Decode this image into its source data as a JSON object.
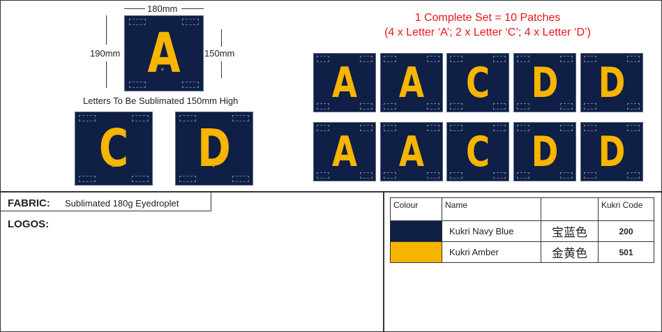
{
  "dimensions": {
    "width_label": "180mm",
    "height_label": "190mm",
    "letter_height_label": "150mm"
  },
  "caption": "Letters To Be Sublimated 150mm High",
  "set_title": "1 Complete Set = 10 Patches",
  "set_breakdown": "(4 x Letter ‘A’;  2 x Letter ‘C’;  4 x Letter ‘D’)",
  "sample_letters": [
    "A",
    "C",
    "D"
  ],
  "patch_rows": [
    [
      "A",
      "A",
      "C",
      "D",
      "D"
    ],
    [
      "A",
      "A",
      "C",
      "D",
      "D"
    ]
  ],
  "fabric": {
    "label": "FABRIC:",
    "value": "Sublimated 180g Eyedroplet"
  },
  "logos": {
    "label": "LOGOS:"
  },
  "colour_table": {
    "headers": [
      "Colour",
      "Name",
      "",
      "Kukri Code"
    ],
    "rows": [
      {
        "swatch": "#0f1f45",
        "name": "Kukri Navy Blue",
        "chinese": "宝蓝色",
        "code": "200"
      },
      {
        "swatch": "#f7b500",
        "name": "Kukri Amber",
        "chinese": "金黄色",
        "code": "501"
      }
    ]
  },
  "colors": {
    "navy": "#0f1f45",
    "amber": "#f7b500",
    "title_red": "#e8141a"
  }
}
